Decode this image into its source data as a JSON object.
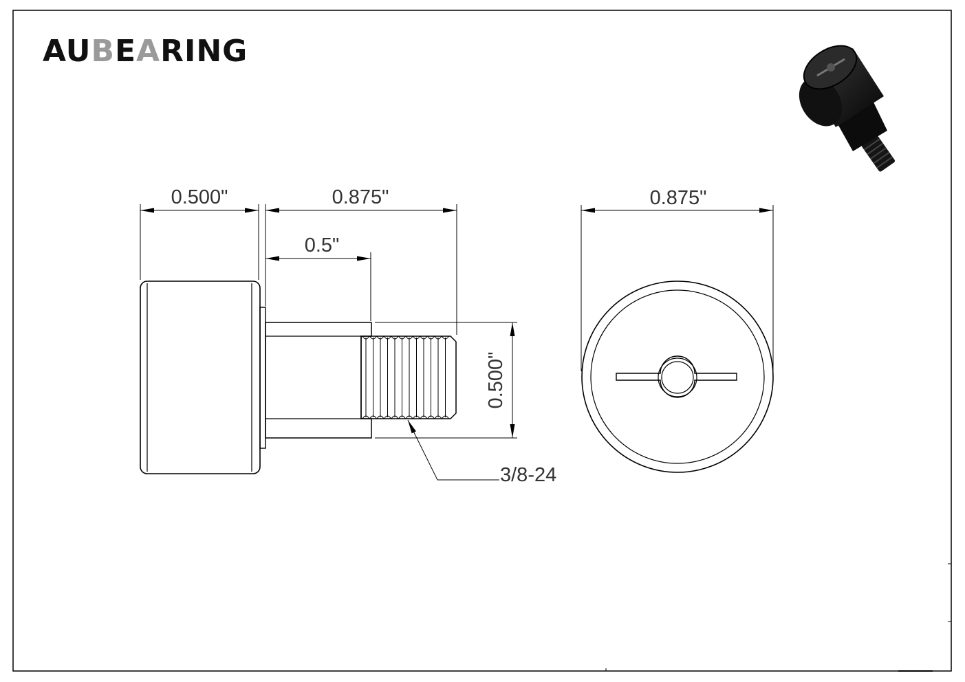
{
  "brand": {
    "part1": "AU",
    "part2": "B",
    "part3": "E",
    "part4": "A",
    "part5": "RING",
    "colors": {
      "dark": "#111111",
      "gray": "#9a9a9a"
    }
  },
  "dimensions": {
    "head_width": "0.500\"",
    "stud_length": "0.875\"",
    "thread_length": "0.5\"",
    "stud_diameter": "0.500\"",
    "thread_spec": "3/8-24",
    "outer_diameter": "0.875\""
  },
  "icons": {
    "product": "cam-follower-3d-icon"
  }
}
